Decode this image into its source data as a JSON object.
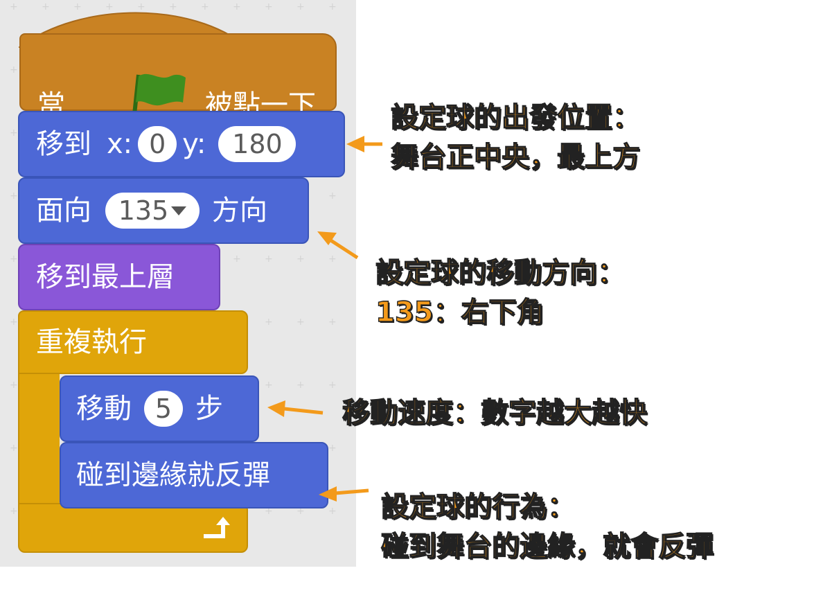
{
  "colors": {
    "events": "#c98223",
    "motion": "#4d68d6",
    "looks": "#8a57d8",
    "control": "#e0a50a",
    "annotation": "#f39a1b",
    "flag": "#3e8f1f"
  },
  "script": {
    "hat": {
      "prefix": "當",
      "icon": "green-flag-icon",
      "suffix": "被點一下"
    },
    "goto": {
      "label": "移到",
      "x_label": "x:",
      "x_value": "0",
      "y_label": "y:",
      "y_value": "180"
    },
    "point": {
      "label": "面向",
      "value": "135",
      "suffix": "方向"
    },
    "front": {
      "label": "移到最上層"
    },
    "forever": {
      "label": "重複執行",
      "icon": "loop-arrow-icon"
    },
    "move": {
      "label": "移動",
      "value": "5",
      "suffix": "步"
    },
    "bounce": {
      "label": "碰到邊緣就反彈"
    }
  },
  "annotations": [
    {
      "line1": "設定球的出發位置：",
      "line2": "舞台正中央，最上方"
    },
    {
      "line1": "設定球的移動方向：",
      "line2": "135：右下角"
    },
    {
      "line1": "移動速度：數字越大越快"
    },
    {
      "line1": "設定球的行為：",
      "line2": "碰到舞台的邊緣，就會反彈"
    }
  ]
}
